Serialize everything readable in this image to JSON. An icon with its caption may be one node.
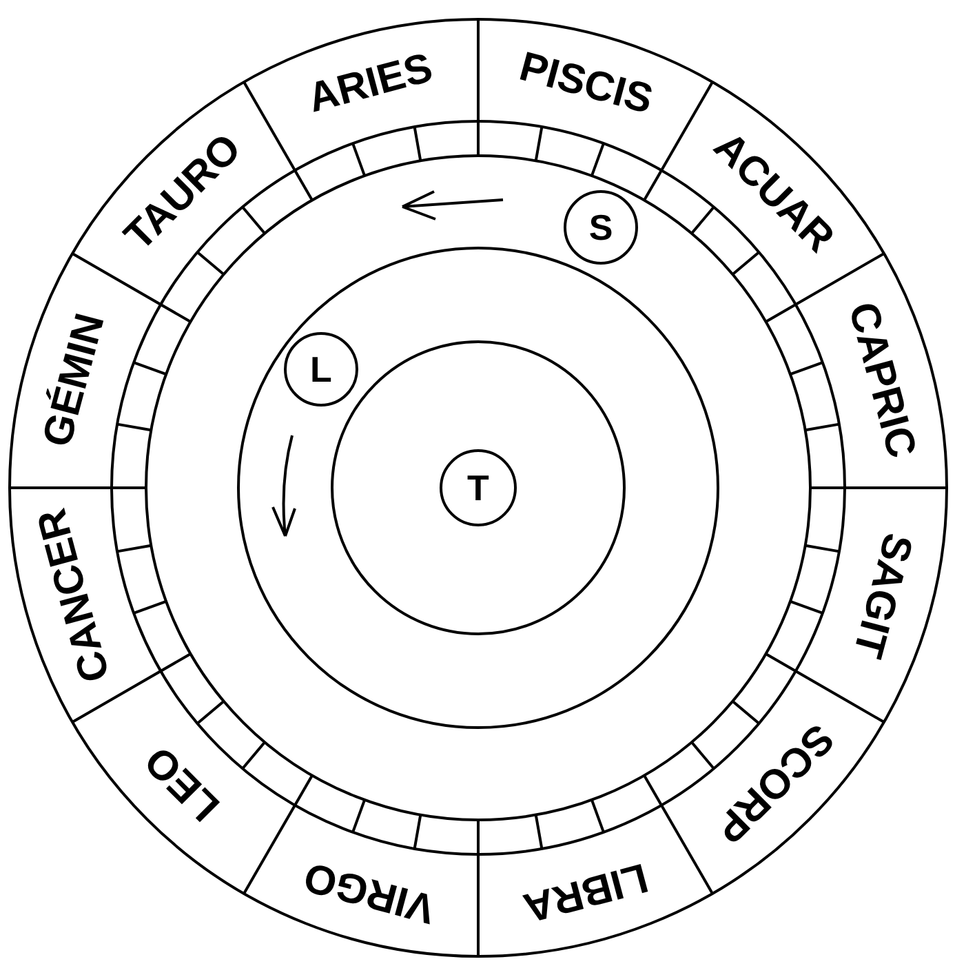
{
  "diagram": {
    "nodes": [
      {
        "text": [
          "T"
        ]
      },
      {
        "text": [
          "L"
        ]
      },
      {
        "text": [
          "S"
        ]
      }
    ],
    "labels": [
      "ARIES",
      "PISCIS",
      "ACUAR",
      "CAPRIC",
      "SAGIT",
      "SCORP",
      "LIBRA",
      "VIRGO",
      "LEO",
      "CANCER",
      "GÉMIN",
      "TAURO"
    ]
  }
}
